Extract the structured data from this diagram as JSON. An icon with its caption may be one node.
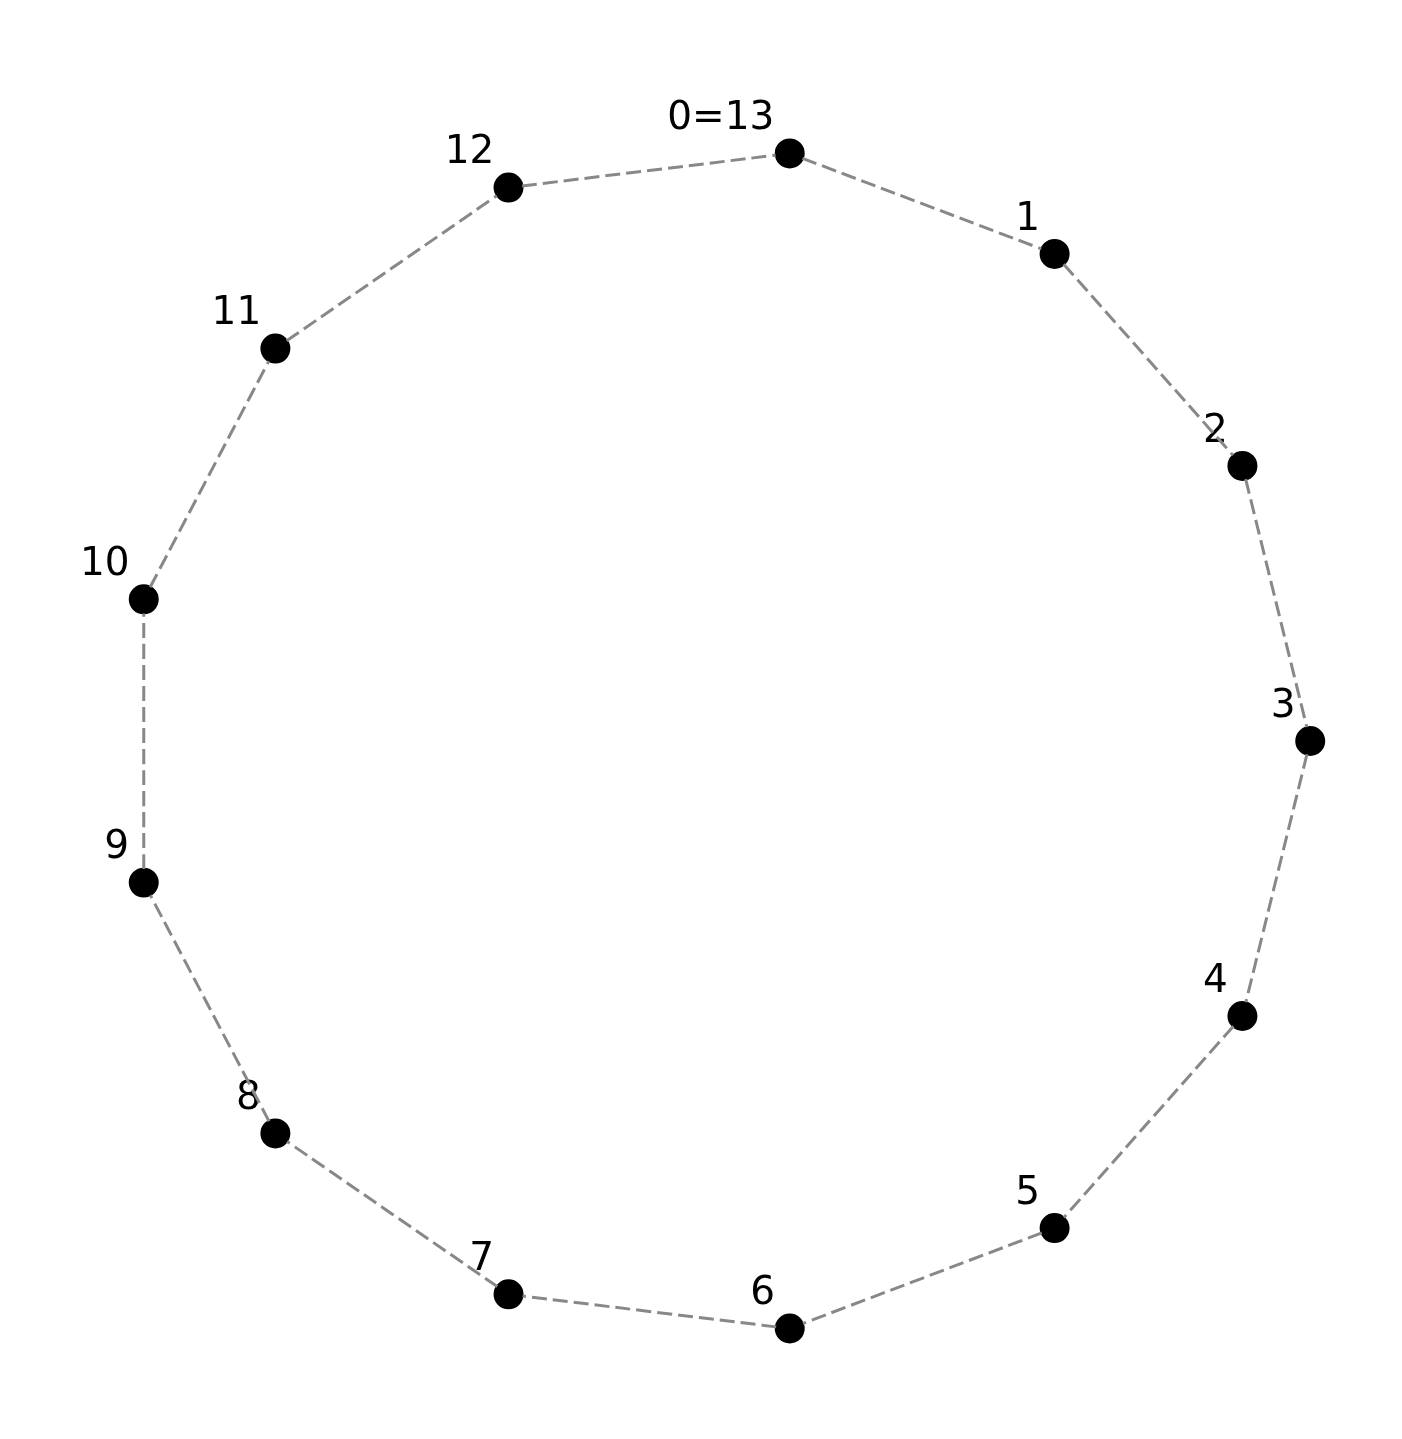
{
  "diagram": {
    "nodes": [
      {
        "text": [],
        "shape": "circle",
        "beside": [
          "0=13"
        ]
      },
      {
        "text": [],
        "shape": "circle",
        "beside": [
          "1"
        ]
      },
      {
        "text": [],
        "shape": "circle",
        "beside": [
          "2"
        ]
      },
      {
        "text": [],
        "shape": "circle",
        "beside": [
          "3"
        ]
      },
      {
        "text": [],
        "shape": "circle",
        "beside": [
          "4"
        ]
      },
      {
        "text": [],
        "shape": "circle",
        "beside": [
          "5"
        ]
      },
      {
        "text": [],
        "shape": "circle",
        "beside": [
          "6"
        ]
      },
      {
        "text": [],
        "shape": "circle",
        "beside": [
          "7"
        ]
      },
      {
        "text": [],
        "shape": "circle",
        "beside": [
          "8"
        ]
      },
      {
        "text": [],
        "shape": "circle",
        "beside": [
          "9"
        ]
      },
      {
        "text": [],
        "shape": "circle",
        "beside": [
          "10"
        ]
      },
      {
        "text": [],
        "shape": "circle",
        "beside": [
          "11"
        ]
      },
      {
        "text": [],
        "shape": "circle",
        "beside": [
          "12"
        ]
      }
    ],
    "edges": [
      {
        "from": 0,
        "to": 1,
        "arrow": "none",
        "style": "dashed"
      },
      {
        "from": 1,
        "to": 2,
        "arrow": "none",
        "style": "dashed"
      },
      {
        "from": 2,
        "to": 3,
        "arrow": "none",
        "style": "dashed"
      },
      {
        "from": 3,
        "to": 4,
        "arrow": "none",
        "style": "dashed"
      },
      {
        "from": 4,
        "to": 5,
        "arrow": "none",
        "style": "dashed"
      },
      {
        "from": 5,
        "to": 6,
        "arrow": "none",
        "style": "dashed"
      },
      {
        "from": 6,
        "to": 7,
        "arrow": "none",
        "style": "dashed"
      },
      {
        "from": 7,
        "to": 8,
        "arrow": "none",
        "style": "dashed"
      },
      {
        "from": 8,
        "to": 9,
        "arrow": "none",
        "style": "dashed"
      },
      {
        "from": 9,
        "to": 10,
        "arrow": "none",
        "style": "dashed"
      },
      {
        "from": 10,
        "to": 11,
        "arrow": "none",
        "style": "dashed"
      },
      {
        "from": 11,
        "to": 12,
        "arrow": "none",
        "style": "dashed"
      },
      {
        "from": 12,
        "to": 0,
        "arrow": "none",
        "style": "dashed"
      }
    ]
  }
}
